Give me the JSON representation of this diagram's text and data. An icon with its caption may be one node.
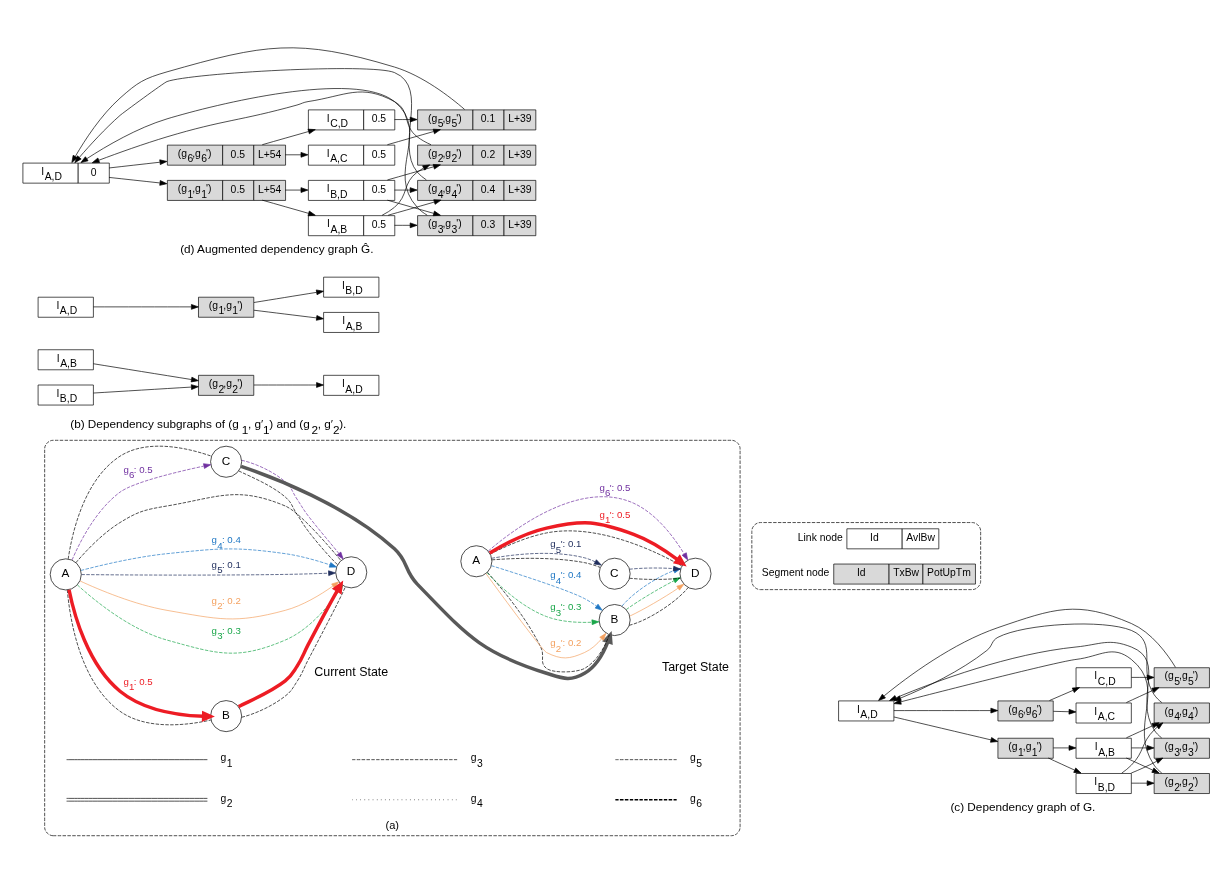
{
  "diagram": {
    "nodes": [
      {
        "text": [
          "(a)"
        ]
      },
      {
        "text": [],
        "shape": "box"
      },
      {
        "text": [
          "Id",
          "AvlBw"
        ],
        "beside": [
          "Link node"
        ],
        "in": 1
      },
      {
        "text": [
          "Id",
          "TxBw",
          "PotUpTm"
        ],
        "beside": [
          "Segment node"
        ],
        "in": 1
      },
      {
        "text": [
          "A"
        ],
        "in": 0
      },
      {
        "text": [
          "B"
        ],
        "in": 0
      },
      {
        "text": [
          "C"
        ],
        "in": 0
      },
      {
        "text": [
          "D"
        ],
        "in": 0
      },
      {
        "text": [
          "A"
        ],
        "in": 0
      },
      {
        "text": [
          "B"
        ],
        "in": 0
      },
      {
        "text": [
          "C"
        ],
        "in": 0
      },
      {
        "text": [
          "D"
        ],
        "in": 0
      },
      {
        "text": [
          "I$_{A,D}$"
        ]
      },
      {
        "text": [
          "(g$_{1}$,g$_{1}$')"
        ]
      },
      {
        "text": [
          "(g$_{6}$,g$_{6}$')"
        ]
      },
      {
        "text": [
          "I$_{A,B}$"
        ]
      },
      {
        "text": [
          "I$_{B,D}$"
        ]
      },
      {
        "text": [
          "I$_{A,C}$"
        ]
      },
      {
        "text": [
          "I$_{C,D}$"
        ]
      },
      {
        "text": [
          "(g$_{2}$,g$_{2}$')"
        ]
      },
      {
        "text": [
          "(g$_{3}$,g$_{3}$')"
        ]
      },
      {
        "text": [
          "(g$_{4}$,g$_{4}$')"
        ]
      },
      {
        "text": [
          "(g$_{5}$,g$_{5}$')"
        ]
      },
      {
        "text": [
          "I$_{A,D}$"
        ]
      },
      {
        "text": [
          "(g$_{1}$,g$_{1}$')"
        ]
      },
      {
        "text": [
          "I$_{A,B}$"
        ]
      },
      {
        "text": [
          "I$_{B,D}$"
        ]
      },
      {
        "text": [
          "I$_{A,B}$"
        ]
      },
      {
        "text": [
          "I$_{B,D}$"
        ]
      },
      {
        "text": [
          "(g$_{2}$,g$_{2}$')"
        ]
      },
      {
        "text": [
          "I$_{A,D}$"
        ]
      },
      {
        "text": [
          "I$_{A,D}$",
          "0"
        ]
      },
      {
        "text": [
          "(g$_{1}$,g$_{1}$')",
          "0.5",
          "L+54"
        ]
      },
      {
        "text": [
          "(g$_{6}$,g$_{6}$')",
          "0.5",
          "L+54"
        ]
      },
      {
        "text": [
          "I$_{A,B}$",
          "0.5"
        ]
      },
      {
        "text": [
          "I$_{B,D}$",
          "0.5"
        ]
      },
      {
        "text": [
          "I$_{A,C}$",
          "0.5"
        ]
      },
      {
        "text": [
          "I$_{C,D}$",
          "0.5"
        ]
      },
      {
        "text": [
          "(g$_{2}$,g$_{2}$')",
          "0.2",
          "L+39"
        ]
      },
      {
        "text": [
          "(g$_{3}$,g$_{3}$')",
          "0.3",
          "L+39"
        ]
      },
      {
        "text": [
          "(g$_{4}$,g$_{4}$')",
          "0.4",
          "L+39"
        ]
      },
      {
        "text": [
          "(g$_{5}$,g$_{5}$')",
          "0.1",
          "L+39"
        ]
      }
    ],
    "edges": [
      {
        "from": 4,
        "to": 5,
        "arrow": "none",
        "style": "dashed"
      },
      {
        "from": 4,
        "to": 6,
        "arrow": "none",
        "style": "dashed"
      },
      {
        "from": 5,
        "to": 7,
        "arrow": "none",
        "style": "dashed"
      },
      {
        "from": 6,
        "to": 7,
        "arrow": "none",
        "style": "dashed"
      },
      {
        "from": 4,
        "to": 7,
        "arrow": "none",
        "style": "dashed"
      },
      {
        "from": 4,
        "to": 5,
        "arrow": "to",
        "label": "g$_{1}$: 0.5",
        "style": "thick",
        "color": "#ed1c24"
      },
      {
        "from": 5,
        "to": 7,
        "arrow": "to",
        "style": "thick",
        "color": "#ed1c24"
      },
      {
        "from": 4,
        "to": 7,
        "arrow": "to",
        "label": "g$_{2}$: 0.2",
        "color": "#f4a261"
      },
      {
        "from": 4,
        "to": 7,
        "arrow": "to",
        "label": "g$_{3}$: 0.3",
        "style": "dashed",
        "color": "#1aa64a"
      },
      {
        "from": 4,
        "to": 7,
        "arrow": "to",
        "label": "g$_{4}$: 0.4",
        "style": "dashed",
        "color": "#1f77c4"
      },
      {
        "from": 4,
        "to": 7,
        "arrow": "to",
        "label": "g$_{5}$: 0.1",
        "style": "dashed",
        "color": "#1f2d5c"
      },
      {
        "from": 4,
        "to": 6,
        "arrow": "to",
        "label": "g$_{6}$: 0.5",
        "style": "dashed",
        "color": "#7030a0"
      },
      {
        "from": 6,
        "to": 7,
        "arrow": "to",
        "style": "dashed",
        "color": "#7030a0"
      },
      {
        "from": 6,
        "to": 9,
        "arrow": "to",
        "style": "thick",
        "color": "#595959"
      },
      {
        "from": 8,
        "to": 9,
        "arrow": "none",
        "style": "dashed"
      },
      {
        "from": 8,
        "to": 10,
        "arrow": "none",
        "style": "dashed"
      },
      {
        "from": 9,
        "to": 11,
        "arrow": "none",
        "style": "dashed"
      },
      {
        "from": 10,
        "to": 11,
        "arrow": "none",
        "style": "dashed"
      },
      {
        "from": 8,
        "to": 11,
        "arrow": "none",
        "style": "dashed"
      },
      {
        "from": 8,
        "to": 9,
        "arrow": "to",
        "label": "g$_{2}$': 0.2",
        "color": "#f4a261"
      },
      {
        "from": 8,
        "to": 9,
        "arrow": "to",
        "label": "g$_{3}$': 0.3",
        "style": "dashed",
        "color": "#1aa64a"
      },
      {
        "from": 8,
        "to": 9,
        "arrow": "to",
        "label": "g$_{4}$': 0.4",
        "style": "dashed",
        "color": "#1f77c4"
      },
      {
        "from": 9,
        "to": 11,
        "arrow": "to",
        "color": "#f4a261"
      },
      {
        "from": 9,
        "to": 11,
        "arrow": "to",
        "style": "dashed",
        "color": "#1aa64a"
      },
      {
        "from": 9,
        "to": 11,
        "arrow": "to",
        "style": "dashed",
        "color": "#1f77c4"
      },
      {
        "from": 8,
        "to": 11,
        "arrow": "to",
        "label": "g$_{1}$': 0.5",
        "style": "thick",
        "color": "#ed1c24"
      },
      {
        "from": 8,
        "to": 11,
        "arrow": "to",
        "label": "g$_{6}$': 0.5",
        "style": "dashed",
        "color": "#7030a0"
      },
      {
        "from": 8,
        "to": 10,
        "arrow": "to",
        "label": "g$_{5}$': 0.1",
        "style": "dashed",
        "color": "#1f2d5c"
      },
      {
        "from": 10,
        "to": 11,
        "arrow": "to",
        "style": "dashed",
        "color": "#1f2d5c"
      },
      {
        "from": 12,
        "to": 13,
        "arrow": "to"
      },
      {
        "from": 12,
        "to": 14,
        "arrow": "to"
      },
      {
        "from": 13,
        "to": 15,
        "arrow": "to"
      },
      {
        "from": 13,
        "to": 16,
        "arrow": "to"
      },
      {
        "from": 14,
        "to": 17,
        "arrow": "to"
      },
      {
        "from": 14,
        "to": 18,
        "arrow": "to"
      },
      {
        "from": 15,
        "to": 19,
        "arrow": "to"
      },
      {
        "from": 15,
        "to": 20,
        "arrow": "to"
      },
      {
        "from": 15,
        "to": 21,
        "arrow": "to"
      },
      {
        "from": 16,
        "to": 19,
        "arrow": "to"
      },
      {
        "from": 16,
        "to": 20,
        "arrow": "to"
      },
      {
        "from": 16,
        "to": 21,
        "arrow": "to"
      },
      {
        "from": 17,
        "to": 22,
        "arrow": "to"
      },
      {
        "from": 18,
        "to": 22,
        "arrow": "to"
      },
      {
        "from": 19,
        "to": 12,
        "arrow": "to"
      },
      {
        "from": 20,
        "to": 12,
        "arrow": "to"
      },
      {
        "from": 21,
        "to": 12,
        "arrow": "to"
      },
      {
        "from": 22,
        "to": 12,
        "arrow": "to"
      },
      {
        "from": 23,
        "to": 24,
        "arrow": "to"
      },
      {
        "from": 24,
        "to": 25,
        "arrow": "to"
      },
      {
        "from": 24,
        "to": 26,
        "arrow": "to"
      },
      {
        "from": 27,
        "to": 29,
        "arrow": "to"
      },
      {
        "from": 28,
        "to": 29,
        "arrow": "to"
      },
      {
        "from": 29,
        "to": 30,
        "arrow": "to"
      },
      {
        "from": 31,
        "to": 32,
        "arrow": "to"
      },
      {
        "from": 31,
        "to": 33,
        "arrow": "to"
      },
      {
        "from": 32,
        "to": 34,
        "arrow": "to"
      },
      {
        "from": 32,
        "to": 35,
        "arrow": "to"
      },
      {
        "from": 33,
        "to": 36,
        "arrow": "to"
      },
      {
        "from": 33,
        "to": 37,
        "arrow": "to"
      },
      {
        "from": 34,
        "to": 38,
        "arrow": "to"
      },
      {
        "from": 34,
        "to": 39,
        "arrow": "to"
      },
      {
        "from": 34,
        "to": 40,
        "arrow": "to"
      },
      {
        "from": 35,
        "to": 38,
        "arrow": "to"
      },
      {
        "from": 35,
        "to": 39,
        "arrow": "to"
      },
      {
        "from": 35,
        "to": 40,
        "arrow": "to"
      },
      {
        "from": 36,
        "to": 41,
        "arrow": "to"
      },
      {
        "from": 37,
        "to": 41,
        "arrow": "to"
      },
      {
        "from": 38,
        "to": 31,
        "arrow": "to"
      },
      {
        "from": 39,
        "to": 31,
        "arrow": "to"
      },
      {
        "from": 40,
        "to": 31,
        "arrow": "to"
      },
      {
        "from": 41,
        "to": 31,
        "arrow": "to"
      }
    ],
    "labels": [
      "Current State",
      "Target State",
      "(c) Dependency graph of G.",
      "(b) Dependency subgraphs of (g$_{1}$, g′$_{1}$) and (g$_{2}$, g′$_{2}$).",
      "(d) Augmented dependency graph Ĝ."
    ],
    "legend": [
      {
        "text": "g$_{1}$"
      },
      {
        "text": "g$_{3}$"
      },
      {
        "text": "g$_{5}$"
      },
      {
        "text": "g$_{2}$"
      },
      {
        "text": "g$_{4}$"
      },
      {
        "text": "g$_{6}$"
      }
    ]
  }
}
